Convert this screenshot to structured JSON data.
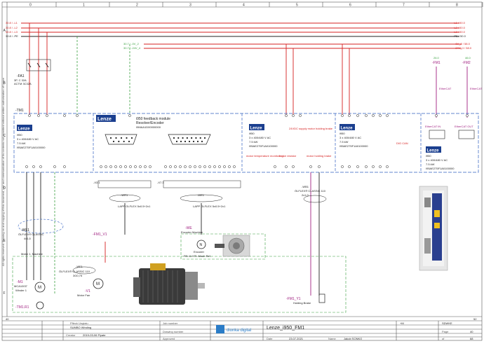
{
  "frame": {
    "columns": [
      "0",
      "1",
      "2",
      "3",
      "4",
      "5",
      "6",
      "7",
      "8"
    ],
    "rows": [
      "A",
      "B",
      "C",
      "D",
      "E",
      "F"
    ],
    "page_ref_bottom_left": "40",
    "page_ref_bottom_right": "52",
    "vertical_note": "All rights reserved. Passing on and copying of this document, use and communication of its contents not permitted without written authorization of Lenze"
  },
  "buses": {
    "left_phase_labels": [
      "30.8 / -L1",
      "30.8 / -L2",
      "30.8 / -L3",
      "30.8 / -PE"
    ],
    "right_phase_labels": [
      "-L1 / 50.0",
      "-L2 / 50.0",
      "-L3 / 50.0",
      "-PE / 50.0"
    ],
    "dc_left": [
      "30.7 / -0V_2",
      "30.7 / -24V_4"
    ],
    "dc_right": [
      "-0V_2 / 58.0",
      "-24V_4 / 58.0"
    ]
  },
  "fuse": {
    "tag": "-FA1",
    "rating": "3P, C 32A",
    "type": "ACTM 3C32A"
  },
  "drive1": {
    "tag": "-TM1",
    "brand": "Lenze",
    "model": "i950",
    "spec1": "3 x 400/480 V AC",
    "spec2": "7.5 kW",
    "order": "I95AE275F1A0100000"
  },
  "feedback_module": {
    "brand": "Lenze",
    "title": "i950 feedback module",
    "subtitle": "Resolver/Encoder",
    "order": "I9MAA1D00000000"
  },
  "drive2": {
    "brand": "Lenze",
    "model": "i950",
    "spec1": "3 x 400/480 V AC",
    "spec2": "7.5 kW",
    "order": "I95AE275F1A0100000",
    "note_24v": "24VDC supply motor holding brake",
    "note_temp": "motor temperature monitoring",
    "note_brake": "brake resistor",
    "note_holding": "motor holding brake"
  },
  "drive3": {
    "brand": "Lenze",
    "model": "i950",
    "spec1": "3 x 400/480 V AC",
    "spec2": "7.5 kW",
    "order": "I95AE275F1A0100000",
    "dig_label": "DIG CAN"
  },
  "drive4": {
    "brand": "Lenze",
    "model": "i950",
    "spec1": "3 x 400/480 V AC",
    "spec2": "7.5 kW",
    "order": "I95AE275F1A0100000",
    "ethercat_in": "EtherCAT IN",
    "ethercat_out": "EtherCAT OUT"
  },
  "fieldbus": {
    "fm1_ref": "26.0",
    "fm1_tag": "-FM1",
    "fm2_ref": "46.0",
    "fm2_tag": "-FM2",
    "cable1": "EtherCAT",
    "cable2": "EtherCAT"
  },
  "connectors": {
    "x1": "-X3.1",
    "x2": "-X7.3",
    "wr_left": "-WR1",
    "wr_left_type": "LAPP OLFLEX 5x0.5+2x1",
    "we_right": "-WE1",
    "we_right_type": "LAPP OLFLEX 5x0.5+2x1",
    "wb_right": "-WB1",
    "wb_right_type": "ÖLFLEX® CLASSIC 110",
    "wb_right_sub": "2x1,0"
  },
  "motor": {
    "cable_tag": "-WL1",
    "cable_type": "ÖLFLEX® CLASSIC",
    "cable_sub": "4x1,5",
    "section_label": "Motor 1, Machine",
    "tag": "-M1",
    "model": "MCA10I37",
    "desc": "Winder 1",
    "thermal": "-TM1.R1"
  },
  "fan": {
    "tag": "-WF1",
    "type": "ÖLFLEX® CLASSIC 110",
    "sub": "3G0,75",
    "motor_tag": "-V1",
    "motor_desc": "Motor Fan",
    "relay_tag": "-FM1_V1"
  },
  "encoder": {
    "tag": "-WE",
    "desc": "Encoder Machine",
    "enc_label": "Encoder",
    "enc_sub": "RS-11 HTL Mach Ref."
  },
  "brake": {
    "tag": "-FM1_Y1",
    "desc": "Holding Brake"
  },
  "title_block": {
    "project_label": "Pfleck Ungiaiu",
    "project": "SUMBO Winding",
    "customer_label": "Job number",
    "drawing_label": "Drawing number",
    "created_label": "Creator",
    "created": "2019-03-06 Flyate",
    "approved_label": "Approved",
    "title": "Lenze_i950_FM1",
    "date_label": "Date",
    "date": "23.07.2021",
    "name_label": "Name",
    "name": "Jakob SONKO",
    "page_label": "Page",
    "page_num": "40",
    "of_label": "of",
    "of_num": "68",
    "logo_text": "dionka digital",
    "right_col1": "+M",
    "right_col2": "SDWKE"
  }
}
